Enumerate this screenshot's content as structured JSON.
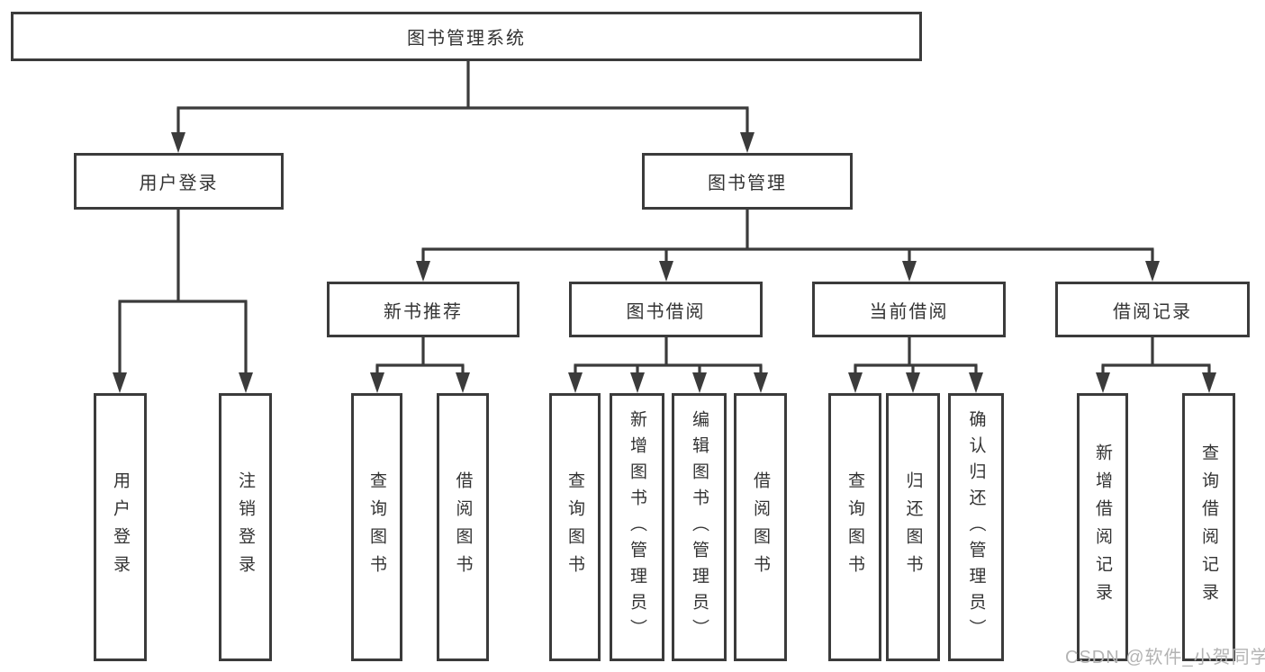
{
  "colors": {
    "background": "#ffffff",
    "line": "#3b3b3b",
    "text": "#333333",
    "watermark": "#b3b3b3"
  },
  "watermark": "CSDN @软件_小贺同学",
  "diagram": {
    "title": "图书管理系统",
    "branches": [
      {
        "label": "用户登录",
        "leaves": [
          "用户登录",
          "注销登录"
        ]
      },
      {
        "label": "图书管理",
        "sections": [
          {
            "label": "新书推荐",
            "leaves": [
              "查询图书",
              "借阅图书"
            ]
          },
          {
            "label": "图书借阅",
            "leaves": [
              "查询图书",
              "新增图书（管理员）",
              "编辑图书（管理员）",
              "借阅图书"
            ]
          },
          {
            "label": "当前借阅",
            "leaves": [
              "查询图书",
              "归还图书",
              "确认归还（管理员）"
            ]
          },
          {
            "label": "借阅记录",
            "leaves": [
              "新增借阅记录",
              "查询借阅记录"
            ]
          }
        ]
      }
    ]
  }
}
